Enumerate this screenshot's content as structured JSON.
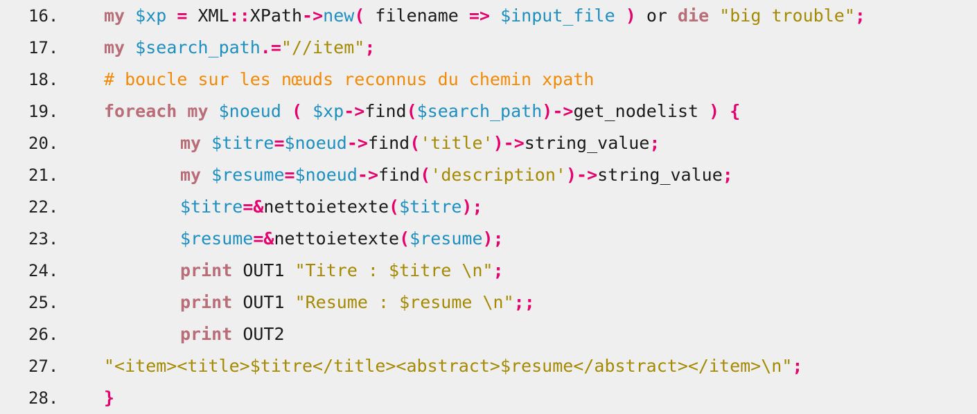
{
  "colors": {
    "background": "#efefef",
    "line_number": "#1f1f1f",
    "keyword": "#b86d78",
    "variable": "#1d8fc0",
    "string": "#a58a00",
    "operator": "#e4006d",
    "plain": "#1a1a1a",
    "comment": "#f28a05"
  },
  "lines": [
    {
      "number": "16.",
      "tokens": [
        {
          "text": "my",
          "type": "kw"
        },
        {
          "text": " ",
          "type": "plain"
        },
        {
          "text": "$xp",
          "type": "var"
        },
        {
          "text": " ",
          "type": "plain"
        },
        {
          "text": "=",
          "type": "op"
        },
        {
          "text": " XML",
          "type": "plain"
        },
        {
          "text": "::",
          "type": "op"
        },
        {
          "text": "XPath",
          "type": "plain"
        },
        {
          "text": "->",
          "type": "op"
        },
        {
          "text": "new",
          "type": "var"
        },
        {
          "text": "(",
          "type": "op"
        },
        {
          "text": " filename ",
          "type": "plain"
        },
        {
          "text": "=>",
          "type": "op"
        },
        {
          "text": " ",
          "type": "plain"
        },
        {
          "text": "$input_file",
          "type": "var"
        },
        {
          "text": " ",
          "type": "plain"
        },
        {
          "text": ")",
          "type": "op"
        },
        {
          "text": " or ",
          "type": "plain"
        },
        {
          "text": "die",
          "type": "kw"
        },
        {
          "text": " ",
          "type": "plain"
        },
        {
          "text": "\"big trouble\"",
          "type": "str"
        },
        {
          "text": ";",
          "type": "op"
        }
      ]
    },
    {
      "number": "17.",
      "tokens": [
        {
          "text": "my",
          "type": "kw"
        },
        {
          "text": " ",
          "type": "plain"
        },
        {
          "text": "$search_path",
          "type": "var"
        },
        {
          "text": ".=",
          "type": "op"
        },
        {
          "text": "\"//item\"",
          "type": "str"
        },
        {
          "text": ";",
          "type": "op"
        }
      ]
    },
    {
      "number": "18.",
      "tokens": [
        {
          "text": "# boucle sur les nœuds reconnus du chemin xpath",
          "type": "comment"
        }
      ]
    },
    {
      "number": "19.",
      "tokens": [
        {
          "text": "foreach",
          "type": "kw"
        },
        {
          "text": " ",
          "type": "plain"
        },
        {
          "text": "my",
          "type": "kw"
        },
        {
          "text": " ",
          "type": "plain"
        },
        {
          "text": "$noeud",
          "type": "var"
        },
        {
          "text": " ",
          "type": "plain"
        },
        {
          "text": "(",
          "type": "op"
        },
        {
          "text": " ",
          "type": "plain"
        },
        {
          "text": "$xp",
          "type": "var"
        },
        {
          "text": "->",
          "type": "op"
        },
        {
          "text": "find",
          "type": "plain"
        },
        {
          "text": "(",
          "type": "op"
        },
        {
          "text": "$search_path",
          "type": "var"
        },
        {
          "text": ")",
          "type": "op"
        },
        {
          "text": "->",
          "type": "op"
        },
        {
          "text": "get_nodelist ",
          "type": "plain"
        },
        {
          "text": ")",
          "type": "op"
        },
        {
          "text": " ",
          "type": "plain"
        },
        {
          "text": "{",
          "type": "op"
        }
      ]
    },
    {
      "number": "20.",
      "indent": 1,
      "tokens": [
        {
          "text": "my",
          "type": "kw"
        },
        {
          "text": " ",
          "type": "plain"
        },
        {
          "text": "$titre",
          "type": "var"
        },
        {
          "text": "=",
          "type": "op"
        },
        {
          "text": "$noeud",
          "type": "var"
        },
        {
          "text": "->",
          "type": "op"
        },
        {
          "text": "find",
          "type": "plain"
        },
        {
          "text": "(",
          "type": "op"
        },
        {
          "text": "'title'",
          "type": "str"
        },
        {
          "text": ")",
          "type": "op"
        },
        {
          "text": "->",
          "type": "op"
        },
        {
          "text": "string_value",
          "type": "plain"
        },
        {
          "text": ";",
          "type": "op"
        }
      ]
    },
    {
      "number": "21.",
      "indent": 1,
      "tokens": [
        {
          "text": "my",
          "type": "kw"
        },
        {
          "text": " ",
          "type": "plain"
        },
        {
          "text": "$resume",
          "type": "var"
        },
        {
          "text": "=",
          "type": "op"
        },
        {
          "text": "$noeud",
          "type": "var"
        },
        {
          "text": "->",
          "type": "op"
        },
        {
          "text": "find",
          "type": "plain"
        },
        {
          "text": "(",
          "type": "op"
        },
        {
          "text": "'description'",
          "type": "str"
        },
        {
          "text": ")",
          "type": "op"
        },
        {
          "text": "->",
          "type": "op"
        },
        {
          "text": "string_value",
          "type": "plain"
        },
        {
          "text": ";",
          "type": "op"
        }
      ]
    },
    {
      "number": "22.",
      "indent": 1,
      "tokens": [
        {
          "text": "$titre",
          "type": "var"
        },
        {
          "text": "=&",
          "type": "op"
        },
        {
          "text": "nettoietexte",
          "type": "plain"
        },
        {
          "text": "(",
          "type": "op"
        },
        {
          "text": "$titre",
          "type": "var"
        },
        {
          "text": ")",
          "type": "op"
        },
        {
          "text": ";",
          "type": "op"
        }
      ]
    },
    {
      "number": "23.",
      "indent": 1,
      "tokens": [
        {
          "text": "$resume",
          "type": "var"
        },
        {
          "text": "=&",
          "type": "op"
        },
        {
          "text": "nettoietexte",
          "type": "plain"
        },
        {
          "text": "(",
          "type": "op"
        },
        {
          "text": "$resume",
          "type": "var"
        },
        {
          "text": ")",
          "type": "op"
        },
        {
          "text": ";",
          "type": "op"
        }
      ]
    },
    {
      "number": "24.",
      "indent": 1,
      "tokens": [
        {
          "text": "print",
          "type": "kw"
        },
        {
          "text": " OUT1 ",
          "type": "plain"
        },
        {
          "text": "\"Titre : $titre \\n\"",
          "type": "str"
        },
        {
          "text": ";",
          "type": "op"
        }
      ]
    },
    {
      "number": "25.",
      "indent": 1,
      "tokens": [
        {
          "text": "print",
          "type": "kw"
        },
        {
          "text": " OUT1 ",
          "type": "plain"
        },
        {
          "text": "\"Resume : $resume \\n\"",
          "type": "str"
        },
        {
          "text": ";;",
          "type": "op"
        }
      ]
    },
    {
      "number": "26.",
      "indent": 1,
      "tokens": [
        {
          "text": "print",
          "type": "kw"
        },
        {
          "text": " OUT2",
          "type": "plain"
        }
      ]
    },
    {
      "number": "27.",
      "tokens": [
        {
          "text": "\"<item><title>$titre</title><abstract>$resume</abstract></item>\\n\"",
          "type": "str"
        },
        {
          "text": ";",
          "type": "op"
        }
      ]
    },
    {
      "number": "28.",
      "tokens": [
        {
          "text": "}",
          "type": "op"
        }
      ]
    }
  ]
}
